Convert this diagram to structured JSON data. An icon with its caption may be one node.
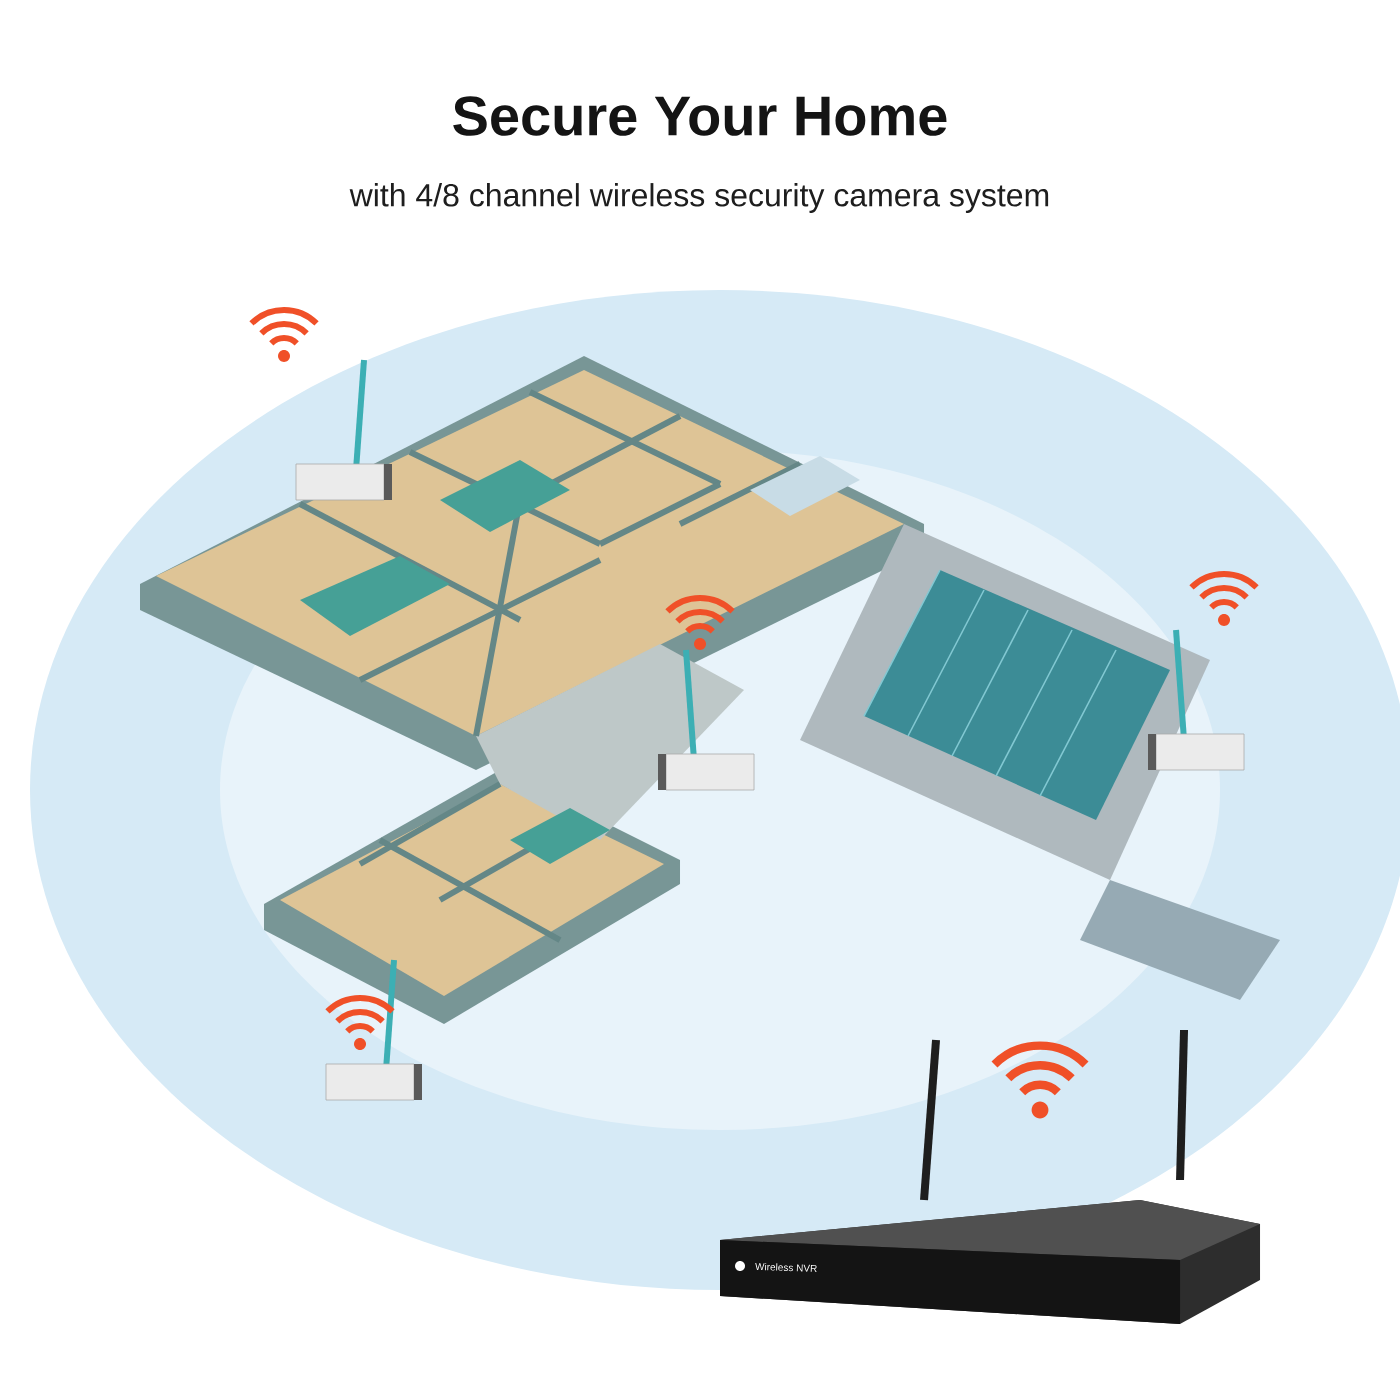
{
  "diagram": {
    "title": "Secure Your Home",
    "labels": [
      "with 4/8 channel wireless security camera system",
      "Wireless NVR"
    ]
  }
}
